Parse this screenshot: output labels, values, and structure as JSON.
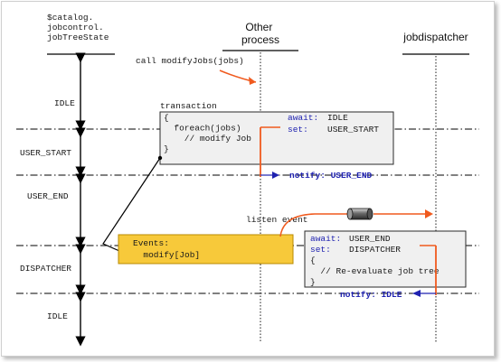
{
  "lifelines": {
    "state": "$catalog.\njobcontrol.\njobTreeState",
    "process": "Other\nprocess",
    "dispatcher": "jobdispatcher"
  },
  "states": [
    "IDLE",
    "USER_START",
    "USER_END",
    "DISPATCHER",
    "IDLE"
  ],
  "messages": {
    "call": "call modifyJobs(jobs)",
    "transaction": "transaction",
    "listen": "listen event",
    "notify_end": "notify: USER_END",
    "notify_idle": "notify: IDLE"
  },
  "transaction_box": {
    "lines": [
      "{",
      "  foreach(jobs)",
      "    // modify Job",
      "}"
    ],
    "await_label": "await:",
    "await_value": "IDLE",
    "set_label": "set:",
    "set_value": "USER_START"
  },
  "events_box": {
    "lines": [
      "Events:",
      "  modify[Job]"
    ]
  },
  "dispatcher_box": {
    "await_label": "await:",
    "await_value": "USER_END",
    "set_label": "set:",
    "set_value": "DISPATCHER",
    "lines": [
      "{",
      "  // Re-evaluate job tree",
      "}"
    ]
  },
  "colors": {
    "arrow": "#f05a1e",
    "events_fill": "#f7c93a",
    "events_border": "#b88a00",
    "box_fill": "#f0f0f0",
    "keyword_blue": "#1f22b0"
  }
}
